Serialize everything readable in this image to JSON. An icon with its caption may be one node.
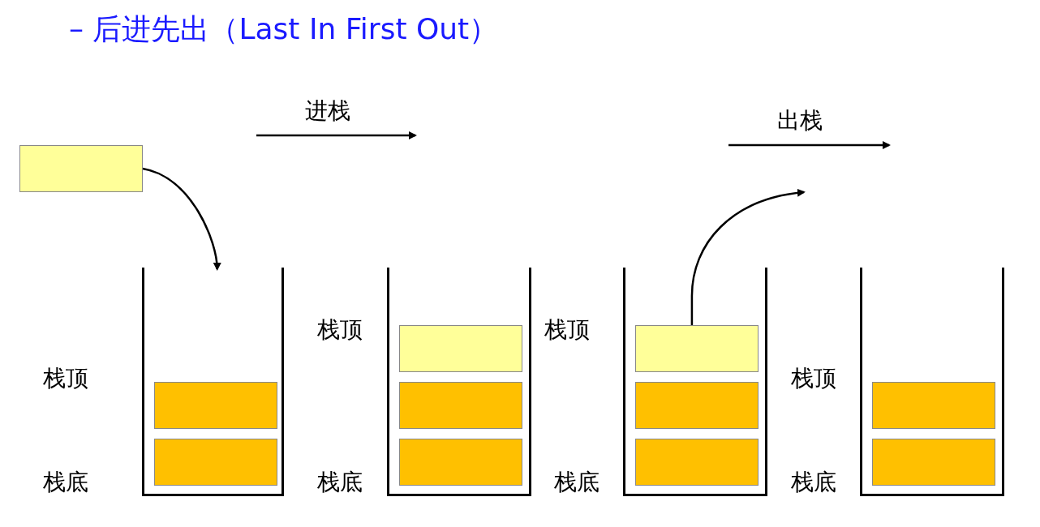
{
  "diagram": {
    "title": "– 后进先出（Last In First Out）",
    "nodes": [
      {
        "text": [],
        "shape": "box"
      },
      {
        "text": [],
        "shape": "box",
        "beside": [
          "栈顶",
          "栈底"
        ]
      },
      {
        "text": [],
        "shape": "box",
        "in": 1
      },
      {
        "text": [],
        "shape": "box",
        "in": 1
      },
      {
        "text": [],
        "shape": "box",
        "beside": [
          "栈顶",
          "栈底"
        ]
      },
      {
        "text": [],
        "shape": "box",
        "in": 4
      },
      {
        "text": [],
        "shape": "box",
        "in": 4
      },
      {
        "text": [],
        "shape": "box",
        "in": 4
      },
      {
        "text": [],
        "shape": "box",
        "beside": [
          "栈顶",
          "栈底"
        ]
      },
      {
        "text": [],
        "shape": "box",
        "in": 8
      },
      {
        "text": [],
        "shape": "box",
        "in": 8
      },
      {
        "text": [],
        "shape": "box",
        "in": 8
      },
      {
        "text": [],
        "shape": "box",
        "beside": [
          "栈顶",
          "栈底"
        ]
      },
      {
        "text": [],
        "shape": "box",
        "in": 12
      },
      {
        "text": [],
        "shape": "box",
        "in": 12
      }
    ],
    "edges": [
      {
        "from": 0,
        "to": 1,
        "arrow": "to"
      },
      {
        "from": 9,
        "to": null,
        "arrow": "to"
      }
    ],
    "labels": [
      "进栈",
      "出栈"
    ]
  }
}
